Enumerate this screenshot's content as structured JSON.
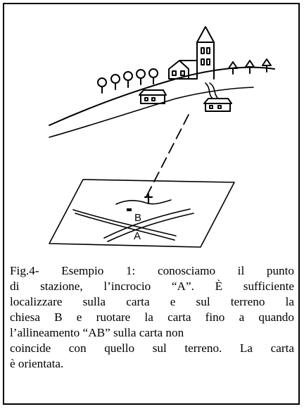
{
  "figure": {
    "labels": {
      "church": "B",
      "crossroad": "A"
    },
    "caption_lines": [
      "Fig.4- Esempio 1: conosciamo il punto",
      "di stazione, l’incrocio “A”. È sufficiente",
      "localizzare sulla carta e sul terreno la",
      "chiesa B e ruotare la carta fino a quando",
      "l’allineamento “AB” sulla carta non",
      "coincide con quello sul terreno. La carta",
      "è orientata."
    ]
  }
}
